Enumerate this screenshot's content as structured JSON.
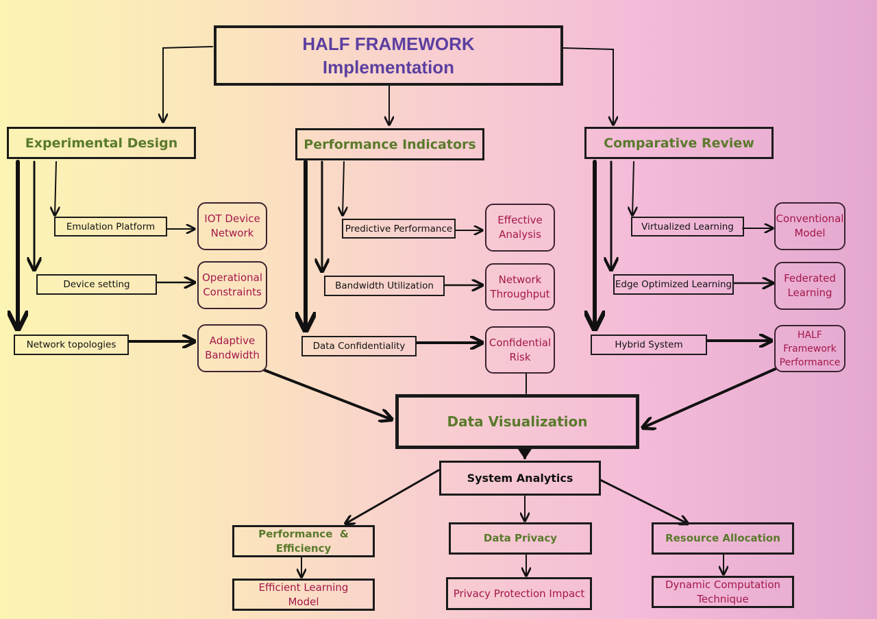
{
  "title": {
    "line1": "HALF FRAMEWORK",
    "line2": "Implementation"
  },
  "categories": [
    {
      "label": "Experimental Design",
      "items": [
        {
          "label": "Emulation Platform",
          "outcome_line1": "IOT Device",
          "outcome_line2": "Network"
        },
        {
          "label": "Device setting",
          "outcome_line1": "Operational",
          "outcome_line2": "Constraints"
        },
        {
          "label": "Network topologies",
          "outcome_line1": "Adaptive",
          "outcome_line2": "Bandwidth"
        }
      ]
    },
    {
      "label": "Performance Indicators",
      "items": [
        {
          "label": "Predictive Performance",
          "outcome_line1": "Effective",
          "outcome_line2": "Analysis"
        },
        {
          "label": "Bandwidth Utilization",
          "outcome_line1": "Network",
          "outcome_line2": "Throughput"
        },
        {
          "label": "Data Confidentiality",
          "outcome_line1": "Confidential",
          "outcome_line2": "Risk"
        }
      ]
    },
    {
      "label": "Comparative Review",
      "items": [
        {
          "label": "Virtualized Learning",
          "outcome_line1": "Conventional",
          "outcome_line2": "Model"
        },
        {
          "label": "Edge Optimized Learning",
          "outcome_line1": "Federated",
          "outcome_line2": "Learning"
        },
        {
          "label": "Hybrid System",
          "outcome_line1": "HALF",
          "outcome_line2": "Framework",
          "outcome_line3": "Performance"
        }
      ]
    }
  ],
  "visualization": {
    "label": "Data Visualization"
  },
  "analytics": {
    "label": "System Analytics"
  },
  "bottom": [
    {
      "label_line1": "Performance  &",
      "label_line2": "Efficiency",
      "outcome_line1": "Efficient Learning",
      "outcome_line2": "Model"
    },
    {
      "label_line1": "Data Privacy",
      "outcome_line1": "Privacy Protection Impact"
    },
    {
      "label_line1": "Resource Allocation",
      "outcome_line1": "Dynamic Computation",
      "outcome_line2": "Technique"
    }
  ],
  "colors": {
    "title": "#5b3fa0",
    "category": "#5a7a2c",
    "outcome": "#a3174a",
    "line": "#1a1a1a",
    "bg_left": "#fbf4b3",
    "bg_right": "#e4a8d0"
  }
}
